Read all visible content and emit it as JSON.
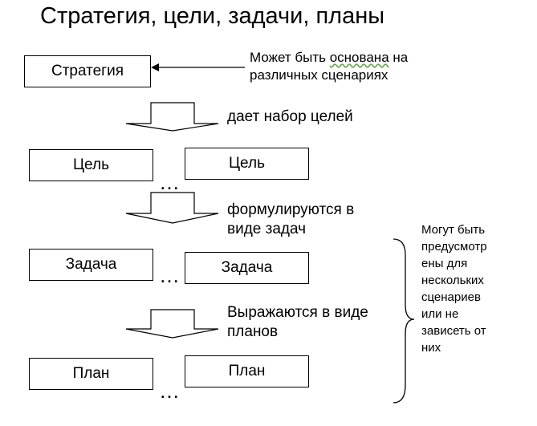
{
  "title": "Стратегия, цели, задачи, планы",
  "strategy": {
    "label": "Стратегия",
    "note_prefix": "Может быть ",
    "note_highlight": "основана",
    "note_suffix": " на",
    "note_line2": "различных сценариях"
  },
  "levels": [
    {
      "caption_line1": "дает набор целей",
      "caption_line2": "",
      "left": "Цель",
      "right": "Цель",
      "ellipsis": "…"
    },
    {
      "caption_line1": "формулируются в",
      "caption_line2": "виде задач",
      "left": "Задача",
      "right": "Задача",
      "ellipsis": "…"
    },
    {
      "caption_line1": "Выражаются в виде",
      "caption_line2": "планов",
      "left": "План",
      "right": "План",
      "ellipsis": "…"
    }
  ],
  "side_note": {
    "lines": [
      "Могут быть",
      "предусмотр",
      "ены для",
      "нескольких",
      "сценариев",
      "или не",
      "зависеть от",
      "них"
    ]
  }
}
